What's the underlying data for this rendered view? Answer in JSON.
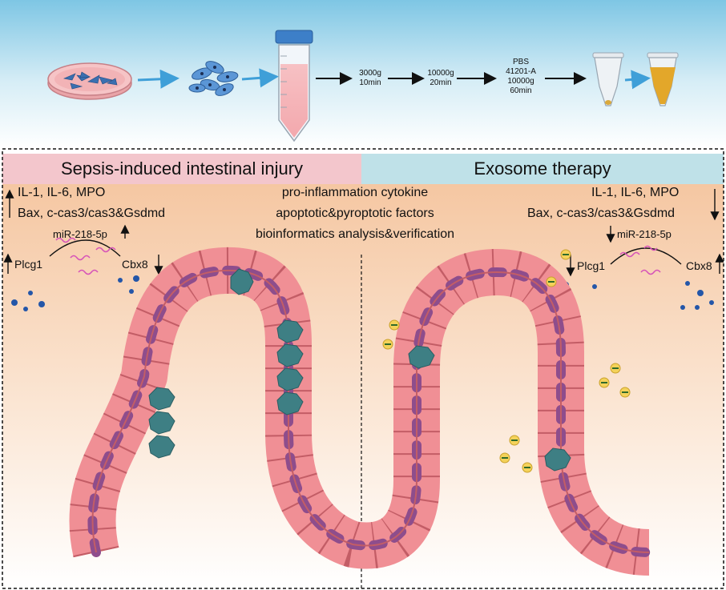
{
  "workflow": {
    "step1": [
      "3000g",
      "10min"
    ],
    "step2": [
      "10000g",
      "20min"
    ],
    "step3": [
      "PBS",
      "41201-A",
      "10000g",
      "60min"
    ]
  },
  "left_panel": {
    "title": "Sepsis-induced intestinal injury",
    "title_bg": "#f3c6cc",
    "cytokines": "IL-1, IL-6, MPO",
    "apoptosis": "Bax, c-cas3/cas3&Gsdmd",
    "mirna": "miR-218-5p",
    "gene_left": "Plcg1",
    "gene_right": "Cbx8"
  },
  "right_panel": {
    "title": "Exosome therapy",
    "title_bg": "#bfe1e8",
    "cytokines": "IL-1, IL-6, MPO",
    "apoptosis": "Bax, c-cas3/cas3&Gsdmd",
    "mirna": "miR-218-5p",
    "gene_left": "Plcg1",
    "gene_right": "Cbx8"
  },
  "center_labels": {
    "line1": "pro-inflammation cytokine",
    "line2": "apoptotic&pyroptotic factors",
    "line3": "bioinformatics analysis&verification"
  },
  "colors": {
    "sky_top": "#7ec6e4",
    "cell_pink": "#f08f95",
    "nucleus": "#8e4d8c",
    "damaged_cell": "#3e7f84",
    "exosome": "#f4d25a",
    "arrow_blue": "#3f9fd8",
    "dot_blue": "#2456a8"
  }
}
